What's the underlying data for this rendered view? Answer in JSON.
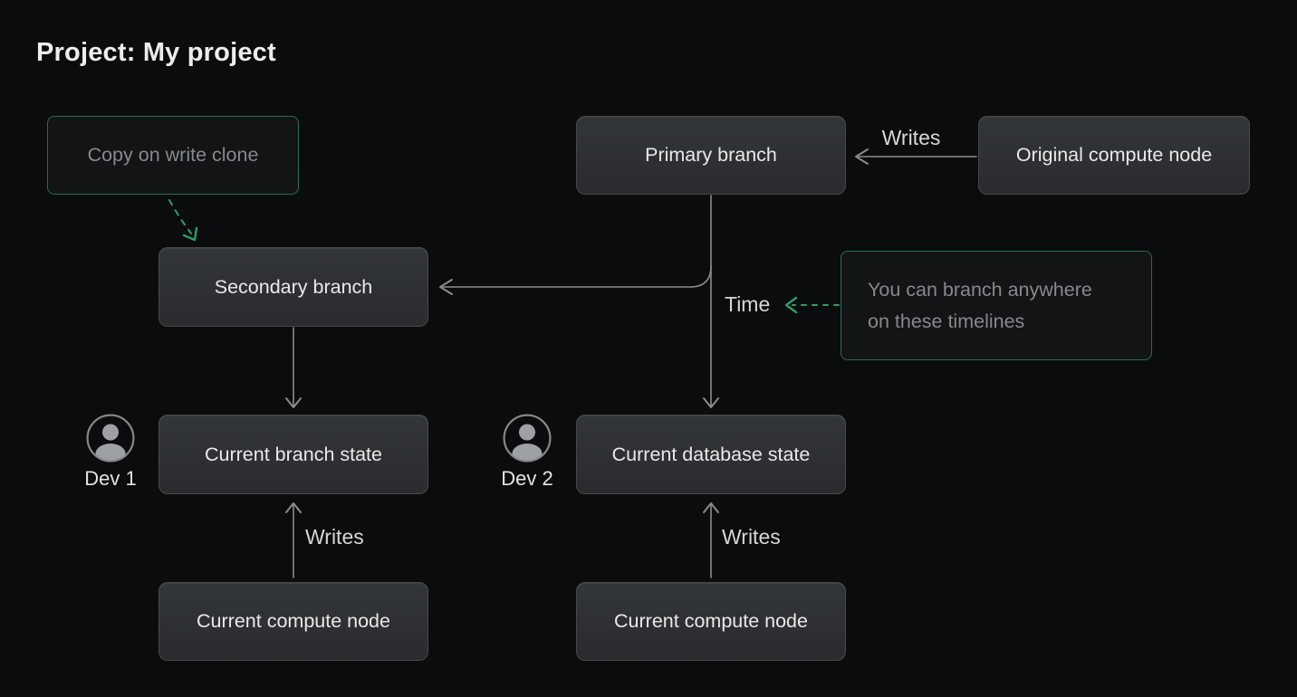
{
  "title": "Project: My project",
  "diagram": {
    "nodes": {
      "copy_clone": "Copy on write clone",
      "primary_branch": "Primary branch",
      "original_compute": "Original compute node",
      "secondary_branch": "Secondary branch",
      "branch_note": "You can branch anywhere on these timelines",
      "current_branch_state": "Current branch state",
      "current_database_state": "Current database state",
      "compute_left": "Current compute node",
      "compute_right": "Current compute node"
    },
    "edge_labels": {
      "writes_top": "Writes",
      "time": "Time",
      "writes_left": "Writes",
      "writes_right": "Writes"
    },
    "devs": [
      {
        "label": "Dev 1"
      },
      {
        "label": "Dev 2"
      }
    ],
    "colors": {
      "background": "#0b0c0d",
      "node_background_top": "#333639",
      "node_background_bottom": "#292b2e",
      "node_border": "#47494d",
      "node_text": "#e8e9ea",
      "annotation_border": "#2a6c4e",
      "annotation_text": "#86898d",
      "line_gray": "#8a8c90",
      "edge_label_text": "#d6d7d9",
      "accent_green": "#2d9d68",
      "dev_icon_gray": "#9da0a4"
    }
  }
}
